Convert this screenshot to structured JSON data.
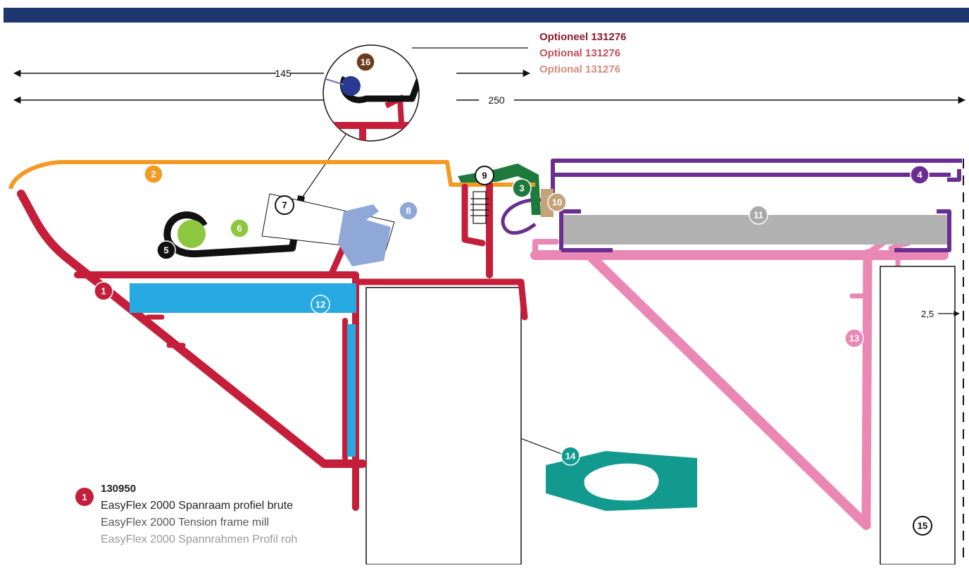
{
  "colors": {
    "header_bar": "#1d3670",
    "profile_red": "#c41e3a",
    "orange": "#f39a25",
    "purple": "#6a2d91",
    "pink": "#ea87b5",
    "green_dark": "#1e7a3c",
    "light_green": "#8dc63f",
    "blue_light": "#27a9e1",
    "blue_grey": "#8fa8d8",
    "tan": "#c4a27a",
    "grey": "#b1b1b1",
    "teal": "#139a8f",
    "brown": "#6b3d1e",
    "navy": "#2b3990"
  },
  "dimensions": {
    "d145": "145",
    "d250": "250",
    "d2_5": "2,5"
  },
  "optional": {
    "nl": "Optioneel 131276",
    "en": "Optional 131276",
    "de": "Optional 131276"
  },
  "markers": [
    {
      "label": "1",
      "color": "#c41e3a"
    },
    {
      "label": "2",
      "color": "#f39a25"
    },
    {
      "label": "3",
      "color": "#1e7a3c"
    },
    {
      "label": "4",
      "color": "#6a2d91"
    },
    {
      "label": "5",
      "color": "#111111"
    },
    {
      "label": "6",
      "color": "#8dc63f"
    },
    {
      "label": "7",
      "color": "#ffffff"
    },
    {
      "label": "8",
      "color": "#8fa8d8"
    },
    {
      "label": "9",
      "color": "#ffffff"
    },
    {
      "label": "10",
      "color": "#c4a27a"
    },
    {
      "label": "11",
      "color": "#a9a9a9"
    },
    {
      "label": "12",
      "color": "#27a9e1"
    },
    {
      "label": "13",
      "color": "#ea87b5"
    },
    {
      "label": "14",
      "color": "#139a8f"
    },
    {
      "label": "15",
      "color": "#ffffff"
    },
    {
      "label": "16",
      "color": "#6b3d1e"
    }
  ],
  "legend": {
    "marker": "1",
    "code": "130950",
    "line_nl": "EasyFlex 2000 Spanraam profiel brute",
    "line_en": "EasyFlex 2000 Tension frame mill",
    "line_de": "EasyFlex 2000 Spannrahmen Profil roh"
  }
}
